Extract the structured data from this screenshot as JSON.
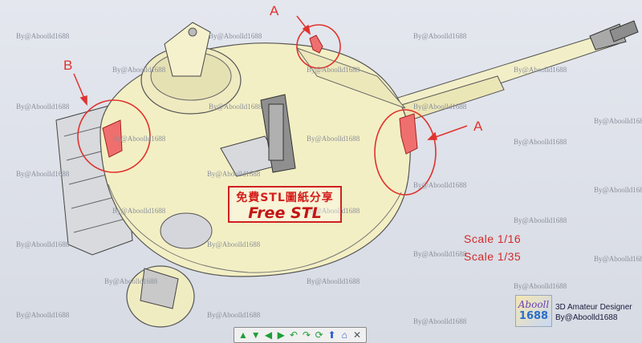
{
  "callouts": {
    "a_top": "A",
    "a_right": "A",
    "b": "B"
  },
  "watermark_text": "By@Aboolld1688",
  "banner": {
    "line1": "免費STL圖紙分享",
    "line2": "Free STL"
  },
  "scale_lines": [
    "Scale  1/16",
    "Scale  1/35"
  ],
  "logo": {
    "top": "Abooll",
    "bottom": "1688"
  },
  "credits": {
    "line1": "3D Amateur Designer",
    "line2": "By@Aboolld1688"
  },
  "toolbar": {
    "buttons": [
      {
        "name": "arrow-up-icon",
        "glyph": "▲",
        "color": "green"
      },
      {
        "name": "arrow-down-icon",
        "glyph": "▼",
        "color": "green"
      },
      {
        "name": "arrow-left-icon",
        "glyph": "◀",
        "color": "green"
      },
      {
        "name": "arrow-right-icon",
        "glyph": "▶",
        "color": "green"
      },
      {
        "name": "rotate-left-icon",
        "glyph": "↶",
        "color": "green"
      },
      {
        "name": "rotate-right-icon",
        "glyph": "↷",
        "color": "green"
      },
      {
        "name": "roll-icon",
        "glyph": "⟳",
        "color": "green"
      },
      {
        "name": "zoom-in-icon",
        "glyph": "⬆",
        "color": "blue"
      },
      {
        "name": "home-view-icon",
        "glyph": "⌂",
        "color": "blue"
      },
      {
        "name": "close-icon",
        "glyph": "✕",
        "color": "grey"
      }
    ]
  },
  "colors": {
    "accent_red": "#e0322e",
    "model_yellow": "#f3efc4",
    "panel_grey": "#d6d8dd",
    "background": "#dde0e8"
  }
}
